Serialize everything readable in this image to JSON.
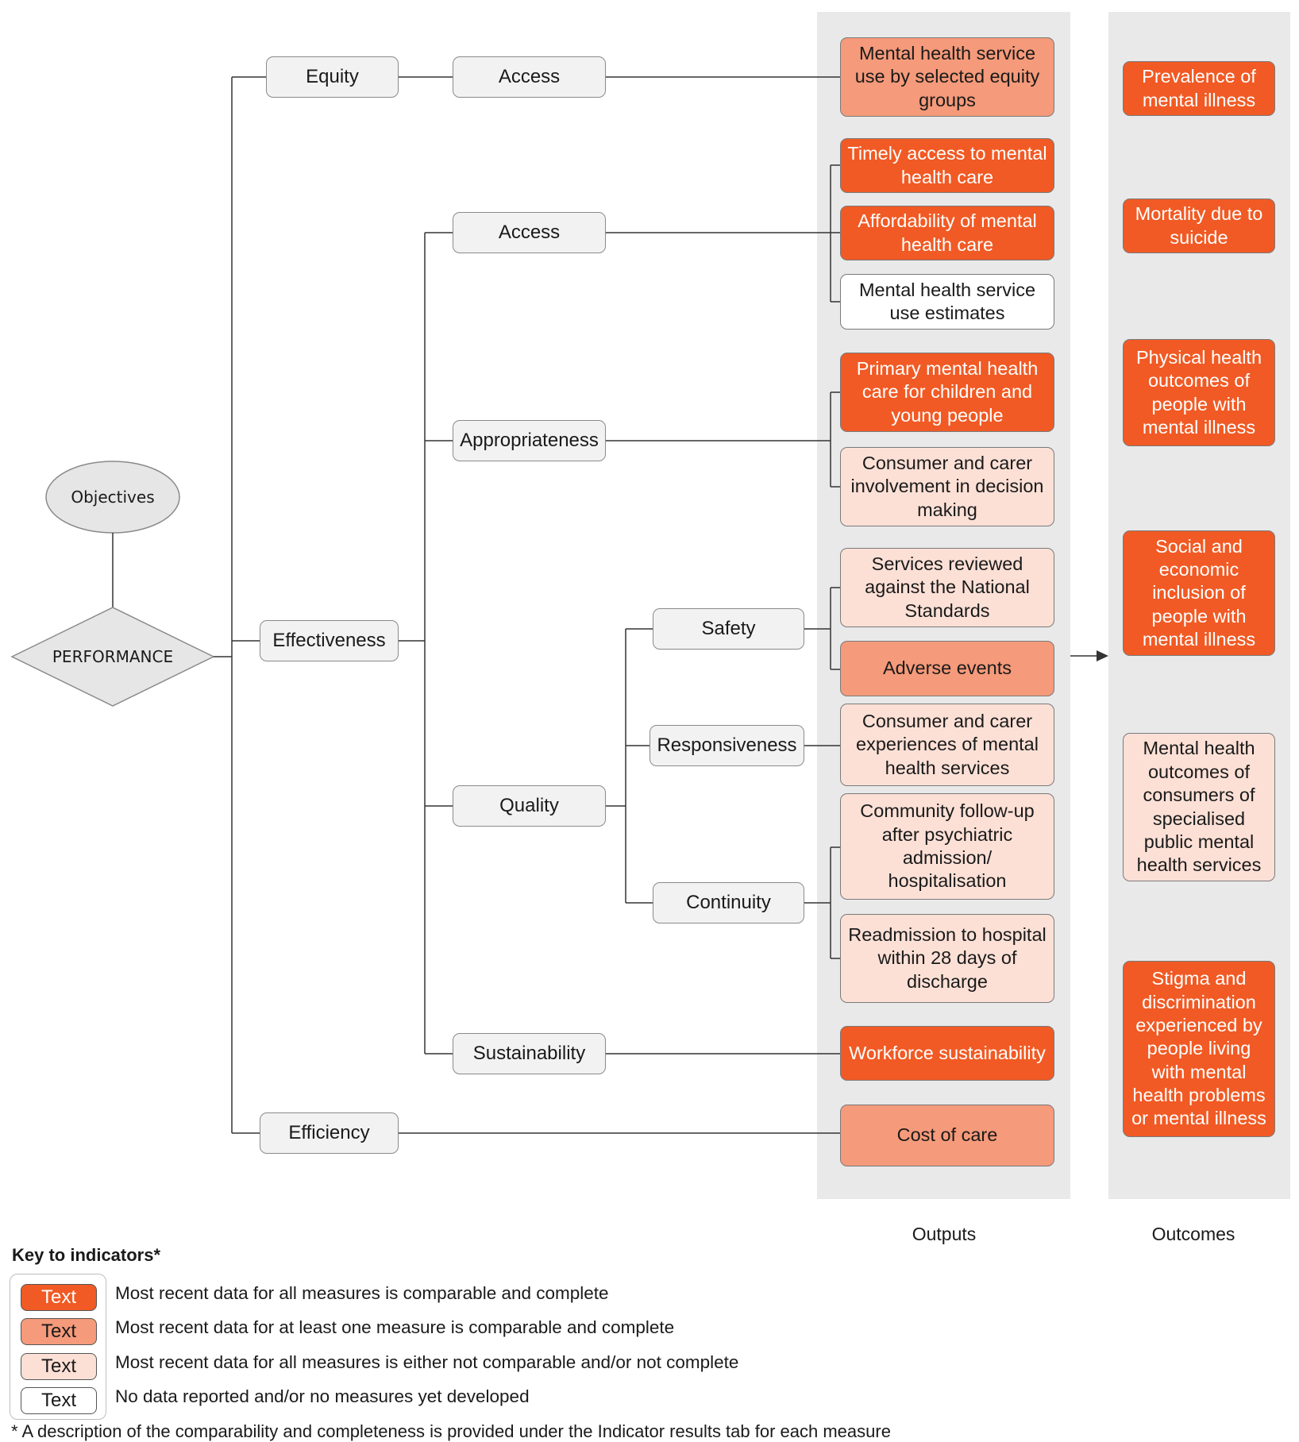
{
  "objectives": "Objectives",
  "performance": "PERFORMANCE",
  "domains": {
    "equity": "Equity",
    "effectiveness": "Effectiveness",
    "efficiency": "Efficiency"
  },
  "subdomains": {
    "equity_access": "Access",
    "access": "Access",
    "appropriateness": "Appropriateness",
    "quality": "Quality",
    "sustainability": "Sustainability",
    "safety": "Safety",
    "responsiveness": "Responsiveness",
    "continuity": "Continuity"
  },
  "outputs": {
    "label": "Outputs",
    "items": [
      {
        "id": "use_equity",
        "text": "Mental health service use by selected equity groups",
        "level": 2
      },
      {
        "id": "timely",
        "text": "Timely access to mental health care",
        "level": 1
      },
      {
        "id": "affordability",
        "text": "Affordability of mental health care",
        "level": 1
      },
      {
        "id": "use_estimates",
        "text": "Mental health service use estimates",
        "level": 4
      },
      {
        "id": "primary_children",
        "text": "Primary mental health care for children and young people",
        "level": 1
      },
      {
        "id": "involvement",
        "text": "Consumer and carer involvement in decision making",
        "level": 3
      },
      {
        "id": "reviewed",
        "text": "Services reviewed against the National Standards",
        "level": 3
      },
      {
        "id": "adverse",
        "text": "Adverse events",
        "level": 2
      },
      {
        "id": "experiences",
        "text": "Consumer and carer experiences of mental health services",
        "level": 3
      },
      {
        "id": "followup",
        "text": "Community follow-up after psychiatric admission/ hospitalisation",
        "level": 3
      },
      {
        "id": "readmission",
        "text": "Readmission to hospital within 28 days of discharge",
        "level": 3
      },
      {
        "id": "workforce",
        "text": "Workforce sustainability",
        "level": 1
      },
      {
        "id": "cost",
        "text": "Cost of care",
        "level": 2
      }
    ]
  },
  "outcomes": {
    "label": "Outcomes",
    "items": [
      {
        "id": "prevalence",
        "text": "Prevalence of mental illness",
        "level": 1
      },
      {
        "id": "suicide",
        "text": "Mortality due to suicide",
        "level": 1
      },
      {
        "id": "physical",
        "text": "Physical health outcomes of people with mental illness",
        "level": 1
      },
      {
        "id": "inclusion",
        "text": "Social and economic inclusion of people with mental illness",
        "level": 1
      },
      {
        "id": "mh_outcomes",
        "text": "Mental health outcomes of consumers of specialised public mental health services",
        "level": 3
      },
      {
        "id": "stigma",
        "text": "Stigma and discrimination experienced by people living with mental health problems or mental illness",
        "level": 1
      }
    ]
  },
  "key": {
    "title": "Key to indicators*",
    "items": [
      {
        "swatch": "Text",
        "level": 1,
        "label": "Most recent data for all measures is comparable and complete"
      },
      {
        "swatch": "Text",
        "level": 2,
        "label": "Most recent data for at least one measure is comparable and complete"
      },
      {
        "swatch": "Text",
        "level": 3,
        "label": "Most recent data for all measures is either not comparable and/or not complete"
      },
      {
        "swatch": "Text",
        "level": 4,
        "label": "No data reported and/or no measures yet developed"
      }
    ]
  },
  "footnote": "* A description of the comparability and completeness is provided under the Indicator results tab for each measure",
  "colors": {
    "level1": "#f15a24",
    "level2": "#f59a7a",
    "level3": "#fce0d6",
    "level4": "#ffffff",
    "panel": "#e9e9e9"
  }
}
